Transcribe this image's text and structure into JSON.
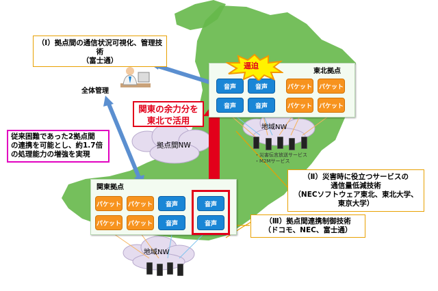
{
  "callouts": {
    "c1_line1": "（Ⅰ）拠点間の通信状況可視化、管理技",
    "c1_line2": "術",
    "c1_line3": "（富士通）",
    "c2_line1": "（Ⅱ）災害時に役立つサービスの",
    "c2_line2": "通信量低減技術",
    "c2_line3": "（NECソフトウェア東北、東北大学、",
    "c2_line4": "東京大学）",
    "c3_line1": "（Ⅲ）拠点間連携制御技術",
    "c3_line2": "（ドコモ、NEC、富士通）"
  },
  "labels": {
    "overall_management": "全体管理",
    "tohoku_base": "東北拠点",
    "kanto_base": "関東拠点",
    "backbone_nw": "拠点間NW",
    "regional_nw_tohoku": "地域NW",
    "regional_nw_kanto": "地域NW",
    "congestion": "逼迫",
    "service1": "・災害伝言放送サービス",
    "service2": "・M2Mサービス"
  },
  "redbox": {
    "line1": "関東の余力分を",
    "line2": "東北で活用"
  },
  "pinkbox": {
    "line1": "従来困難であった2拠点間",
    "line2": "の連携を可能とし、約1.7倍",
    "line3": "の処理能力の増強を実現"
  },
  "tiles": {
    "voice": "音声",
    "packet": "パケット"
  },
  "colors": {
    "voice": "#1a86d6",
    "packet": "#f7931e",
    "highlight_red": "#e2001a",
    "callout_border": "#e8a000",
    "pink_border": "#e100c0",
    "map_green": "#66b84a"
  },
  "icons": [
    "administrator-icon",
    "cloud-icon",
    "mobile-device-icon",
    "burst-icon"
  ]
}
